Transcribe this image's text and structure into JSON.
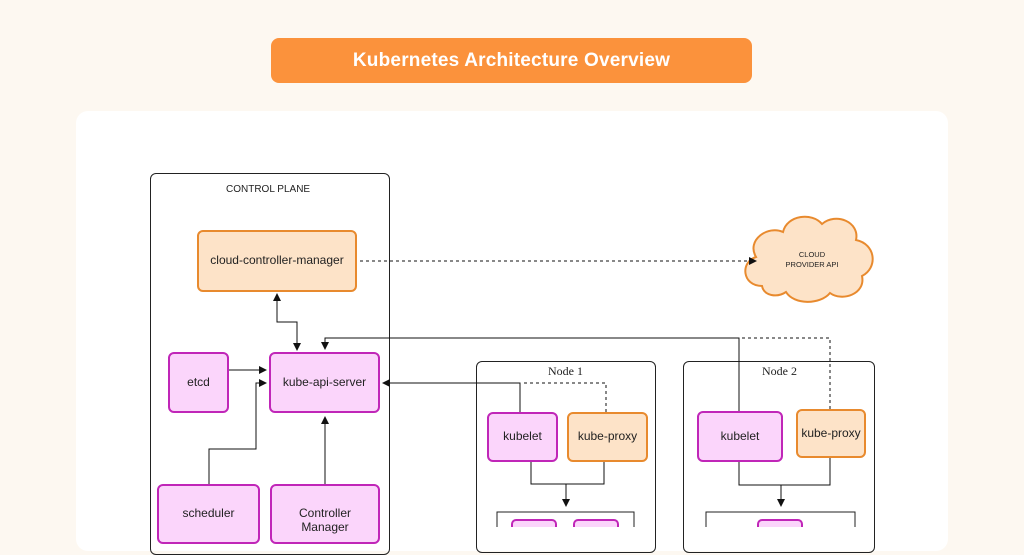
{
  "title": "Kubernetes Architecture Overview",
  "control_plane": {
    "label": "CONTROL PLANE",
    "components": {
      "ccm": "cloud-controller-manager",
      "etcd": "etcd",
      "api_server": "kube-api-server",
      "scheduler": "scheduler",
      "controller_manager_line1": "Controller",
      "controller_manager_line2": "Manager"
    }
  },
  "cloud": {
    "line1": "CLOUD",
    "line2": "PROVIDER API"
  },
  "nodes": [
    {
      "label": "Node 1",
      "kubelet": "kubelet",
      "proxy": "kube-proxy"
    },
    {
      "label": "Node 2",
      "kubelet": "kubelet",
      "proxy": "kube-proxy"
    }
  ],
  "colors": {
    "accent": "#fb923c",
    "pink_fill": "#fbd5fb",
    "pink_border": "#c026b8",
    "orange_fill": "#fde3c8",
    "orange_border": "#e88a2e"
  }
}
